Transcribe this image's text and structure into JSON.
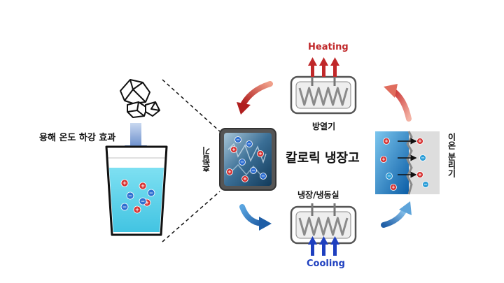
{
  "labels": {
    "dissolution_effect": "용해 온도 하강 효과",
    "heating": "Heating",
    "cooling": "Cooling",
    "heat_release": "방열기",
    "mixer": "혼합기",
    "fridge_freezer": "냉장/냉동실",
    "ion_separator": "이온 분리기",
    "title": "칼로릭 냉장고"
  },
  "ion_signs": {
    "positive": "+",
    "negative": "−"
  },
  "colors": {
    "heating_red": "#c0282a",
    "cooling_blue": "#1e3fbf",
    "arrow_red": "#d9463a",
    "arrow_blue": "#2a6fb4",
    "water": "#5ad3ea",
    "coil_gray": "#8a8a8a"
  },
  "icons": [
    "salt-crystal-icon",
    "glass-of-water-icon",
    "heat-exchanger-coil-icon",
    "cycle-arrow-icon",
    "mixer-photo-icon",
    "ion-separator-icon"
  ]
}
